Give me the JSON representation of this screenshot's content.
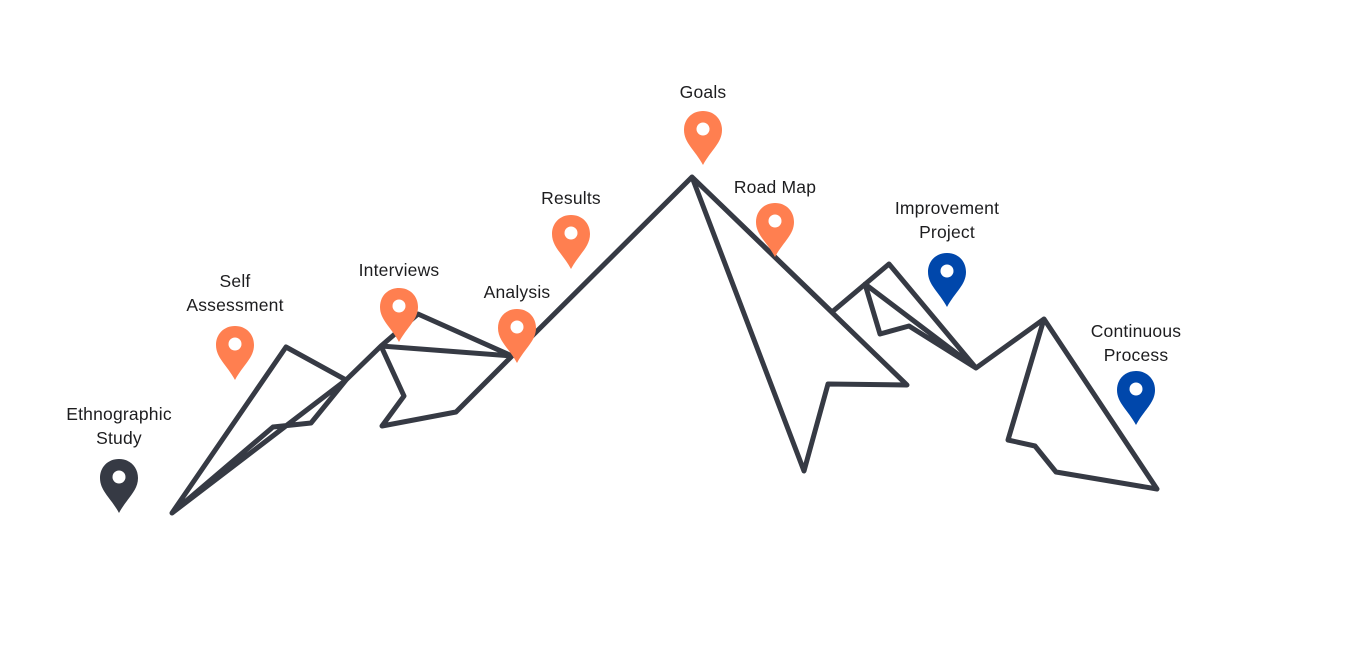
{
  "colors": {
    "line": "#363a44",
    "pin_start": "#363a44",
    "pin_mid": "#ff7f50",
    "pin_end": "#0047ab",
    "pin_hole": "#ffffff",
    "text": "#1d1d1f"
  },
  "milestones": [
    {
      "id": "ethnographic-study",
      "lines": [
        "Ethnographic",
        "Study"
      ],
      "pin_color": "start",
      "icon": "map-pin-icon"
    },
    {
      "id": "self-assessment",
      "lines": [
        "Self",
        "Assessment"
      ],
      "pin_color": "mid",
      "icon": "map-pin-icon"
    },
    {
      "id": "interviews",
      "lines": [
        "Interviews"
      ],
      "pin_color": "mid",
      "icon": "map-pin-icon"
    },
    {
      "id": "analysis",
      "lines": [
        "Analysis"
      ],
      "pin_color": "mid",
      "icon": "map-pin-icon"
    },
    {
      "id": "results",
      "lines": [
        "Results"
      ],
      "pin_color": "mid",
      "icon": "map-pin-icon"
    },
    {
      "id": "goals",
      "lines": [
        "Goals"
      ],
      "pin_color": "mid",
      "icon": "map-pin-icon"
    },
    {
      "id": "road-map",
      "lines": [
        "Road Map"
      ],
      "pin_color": "mid",
      "icon": "map-pin-icon"
    },
    {
      "id": "improvement-project",
      "lines": [
        "Improvement",
        "Project"
      ],
      "pin_color": "end",
      "icon": "map-pin-icon"
    },
    {
      "id": "continuous-process",
      "lines": [
        "Continuous",
        "Process"
      ],
      "pin_color": "end",
      "icon": "map-pin-icon"
    }
  ]
}
